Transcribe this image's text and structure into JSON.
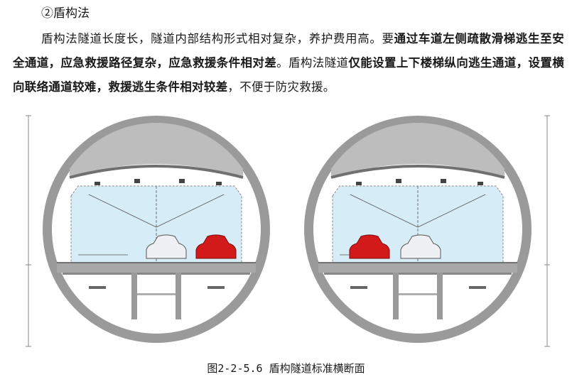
{
  "section": {
    "heading": "②盾构法"
  },
  "paragraph": {
    "seg1": "盾构法隧道长度长，隧道内部结构形式相对复杂，养护费用高。要",
    "bold1": "通过车道左侧疏散滑梯逃生至安全通道，应急救援路径复杂，应急救援条件相对差",
    "seg2": "。盾构法隧道",
    "bold2": "仅能设置上下楼梯纵向逃生通道，设置横向联络通道较难，救援逃生条件相对较差",
    "seg3": "，不便于防灾救援。"
  },
  "figure": {
    "caption": "图2-2-5.6 盾构隧道标准横断面",
    "colors": {
      "lining": "#9a9a9a",
      "duct": "#d9d9d9",
      "clearance": "#d6ecf6",
      "car_red": "#d21a1a",
      "car_white": "#eef0f3"
    }
  }
}
